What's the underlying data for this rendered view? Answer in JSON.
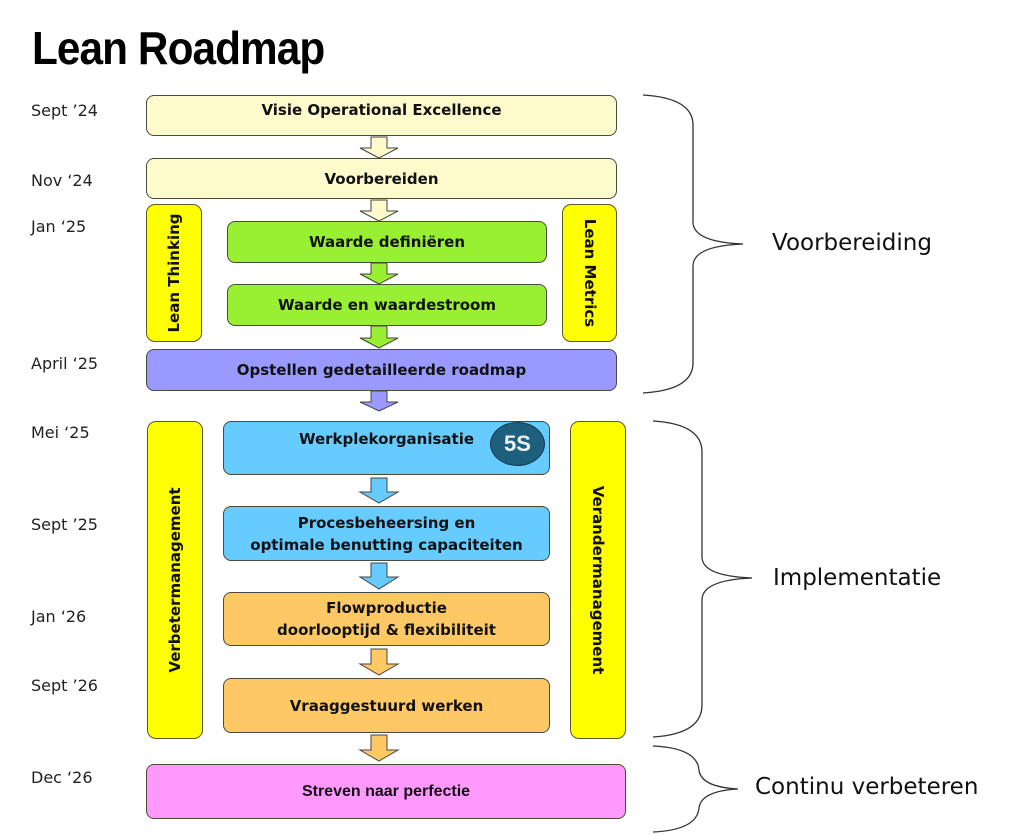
{
  "title": "Lean Roadmap",
  "dates": [
    "Sept ’24",
    "Nov ‘24",
    "Jan ‘25",
    "April ‘25",
    "Mei ‘25",
    "Sept ’25",
    "Jan ‘26",
    "Sept  ’26",
    "Dec ‘26"
  ],
  "steps": {
    "visie": "Visie Operational Excellence",
    "voorbereiden": "Voorbereiden",
    "waarde_definieren": "Waarde definiëren",
    "waardestroom": "Waarde en waardestroom",
    "roadmap": "Opstellen gedetailleerde roadmap",
    "werkplek": "Werkplekorganisatie",
    "proces_line1": "Procesbeheersing en",
    "proces_line2": "optimale benutting capaciteiten",
    "flow_line1": "Flowproductie",
    "flow_line2": "doorlooptijd & flexibiliteit",
    "vraag": "Vraaggestuurd werken",
    "perfectie": "Streven naar perfectie"
  },
  "badge": "5S",
  "side_labels": {
    "lean_thinking": "Lean Thinking",
    "lean_metrics": "Lean Metrics",
    "verbetermanagement": "Verbetermanagement",
    "verandermanagement": "Verandermanagement"
  },
  "phases": [
    "Voorbereiding",
    "Implementatie",
    "Continu verbeteren"
  ],
  "colors": {
    "cream": "#fdfacb",
    "green": "#99f033",
    "purple": "#9999ff",
    "blue": "#66ccff",
    "orange": "#fec965",
    "pink": "#ff99ff",
    "yellow": "#ffff00",
    "badge": "#1e5f7e"
  }
}
